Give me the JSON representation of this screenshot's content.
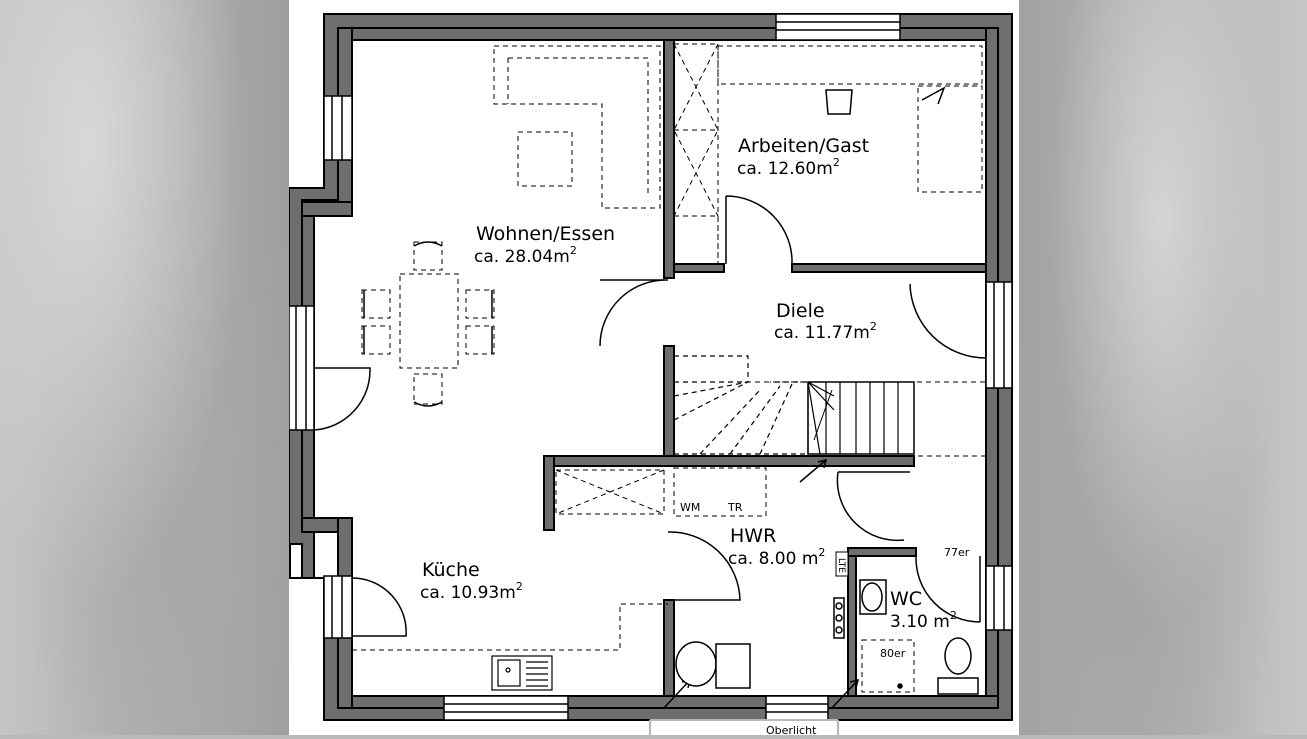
{
  "rooms": {
    "wohnen": {
      "name": "Wohnen/Essen",
      "area": "ca. 28.04m",
      "sup": "2"
    },
    "arbeiten": {
      "name": "Arbeiten/Gast",
      "area": "ca. 12.60m",
      "sup": "2"
    },
    "diele": {
      "name": "Diele",
      "area": "ca. 11.77m",
      "sup": "2"
    },
    "kueche": {
      "name": "Küche",
      "area": "ca. 10.93m",
      "sup": "2"
    },
    "hwr": {
      "name": "HWR",
      "area": "ca. 8.00  m",
      "sup": "2"
    },
    "wc": {
      "name": "WC",
      "area": "3.10  m",
      "sup": "2"
    }
  },
  "labels": {
    "wm": "WM",
    "tr": "TR",
    "cabinet_77": "77er",
    "cabinet_80": "80er",
    "oberlicht": "Oberlicht",
    "hwr_tag": "LTE"
  },
  "colors": {
    "wall": "#6e6e6e",
    "line": "#000000",
    "tile": "#b8b8b8",
    "background": "#ffffff"
  }
}
